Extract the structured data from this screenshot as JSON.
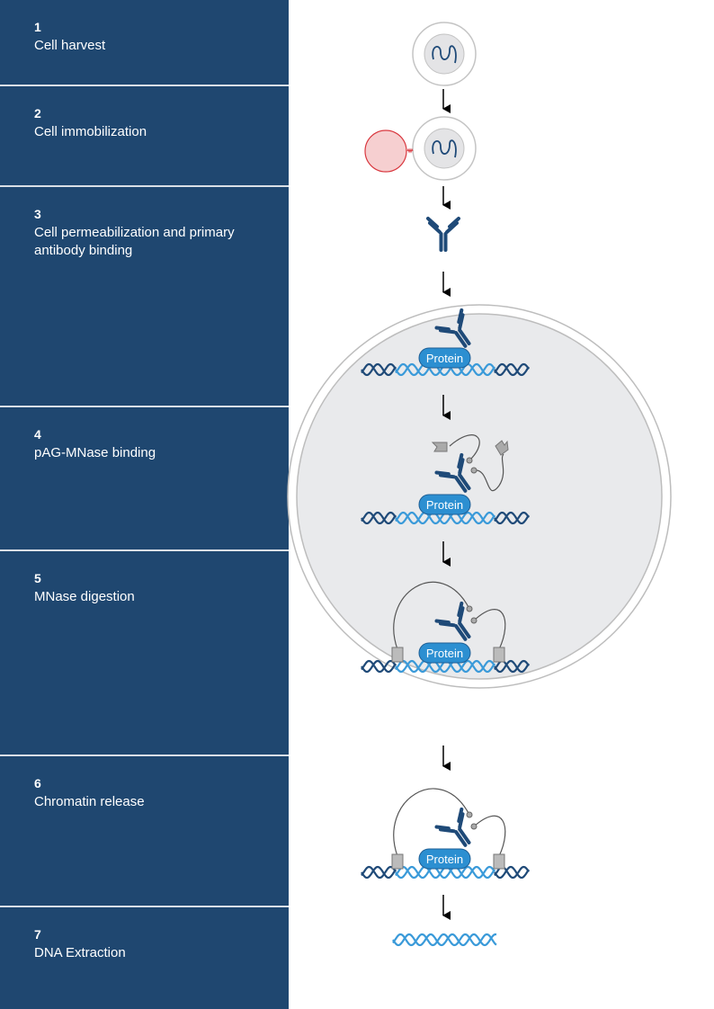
{
  "steps": [
    {
      "number": "1",
      "label": "Cell harvest"
    },
    {
      "number": "2",
      "label": "Cell immobilization"
    },
    {
      "number": "3",
      "label": "Cell permeabilization and primary antibody binding"
    },
    {
      "number": "4",
      "label": "pAG-MNase binding"
    },
    {
      "number": "5",
      "label": "MNase digestion"
    },
    {
      "number": "6",
      "label": "Chromatin release"
    },
    {
      "number": "7",
      "label": "DNA Extraction"
    }
  ],
  "protein_label": "Protein",
  "colors": {
    "panel": "#1f4770",
    "antibody": "#1f4a78",
    "protein": "#2c8fd1",
    "dna_dark": "#1f4a78",
    "dna_light": "#3a9ad9",
    "bead": "#f6cfd0",
    "bead_stroke": "#d9383f",
    "nucleus_bg": "#e9eaec"
  }
}
